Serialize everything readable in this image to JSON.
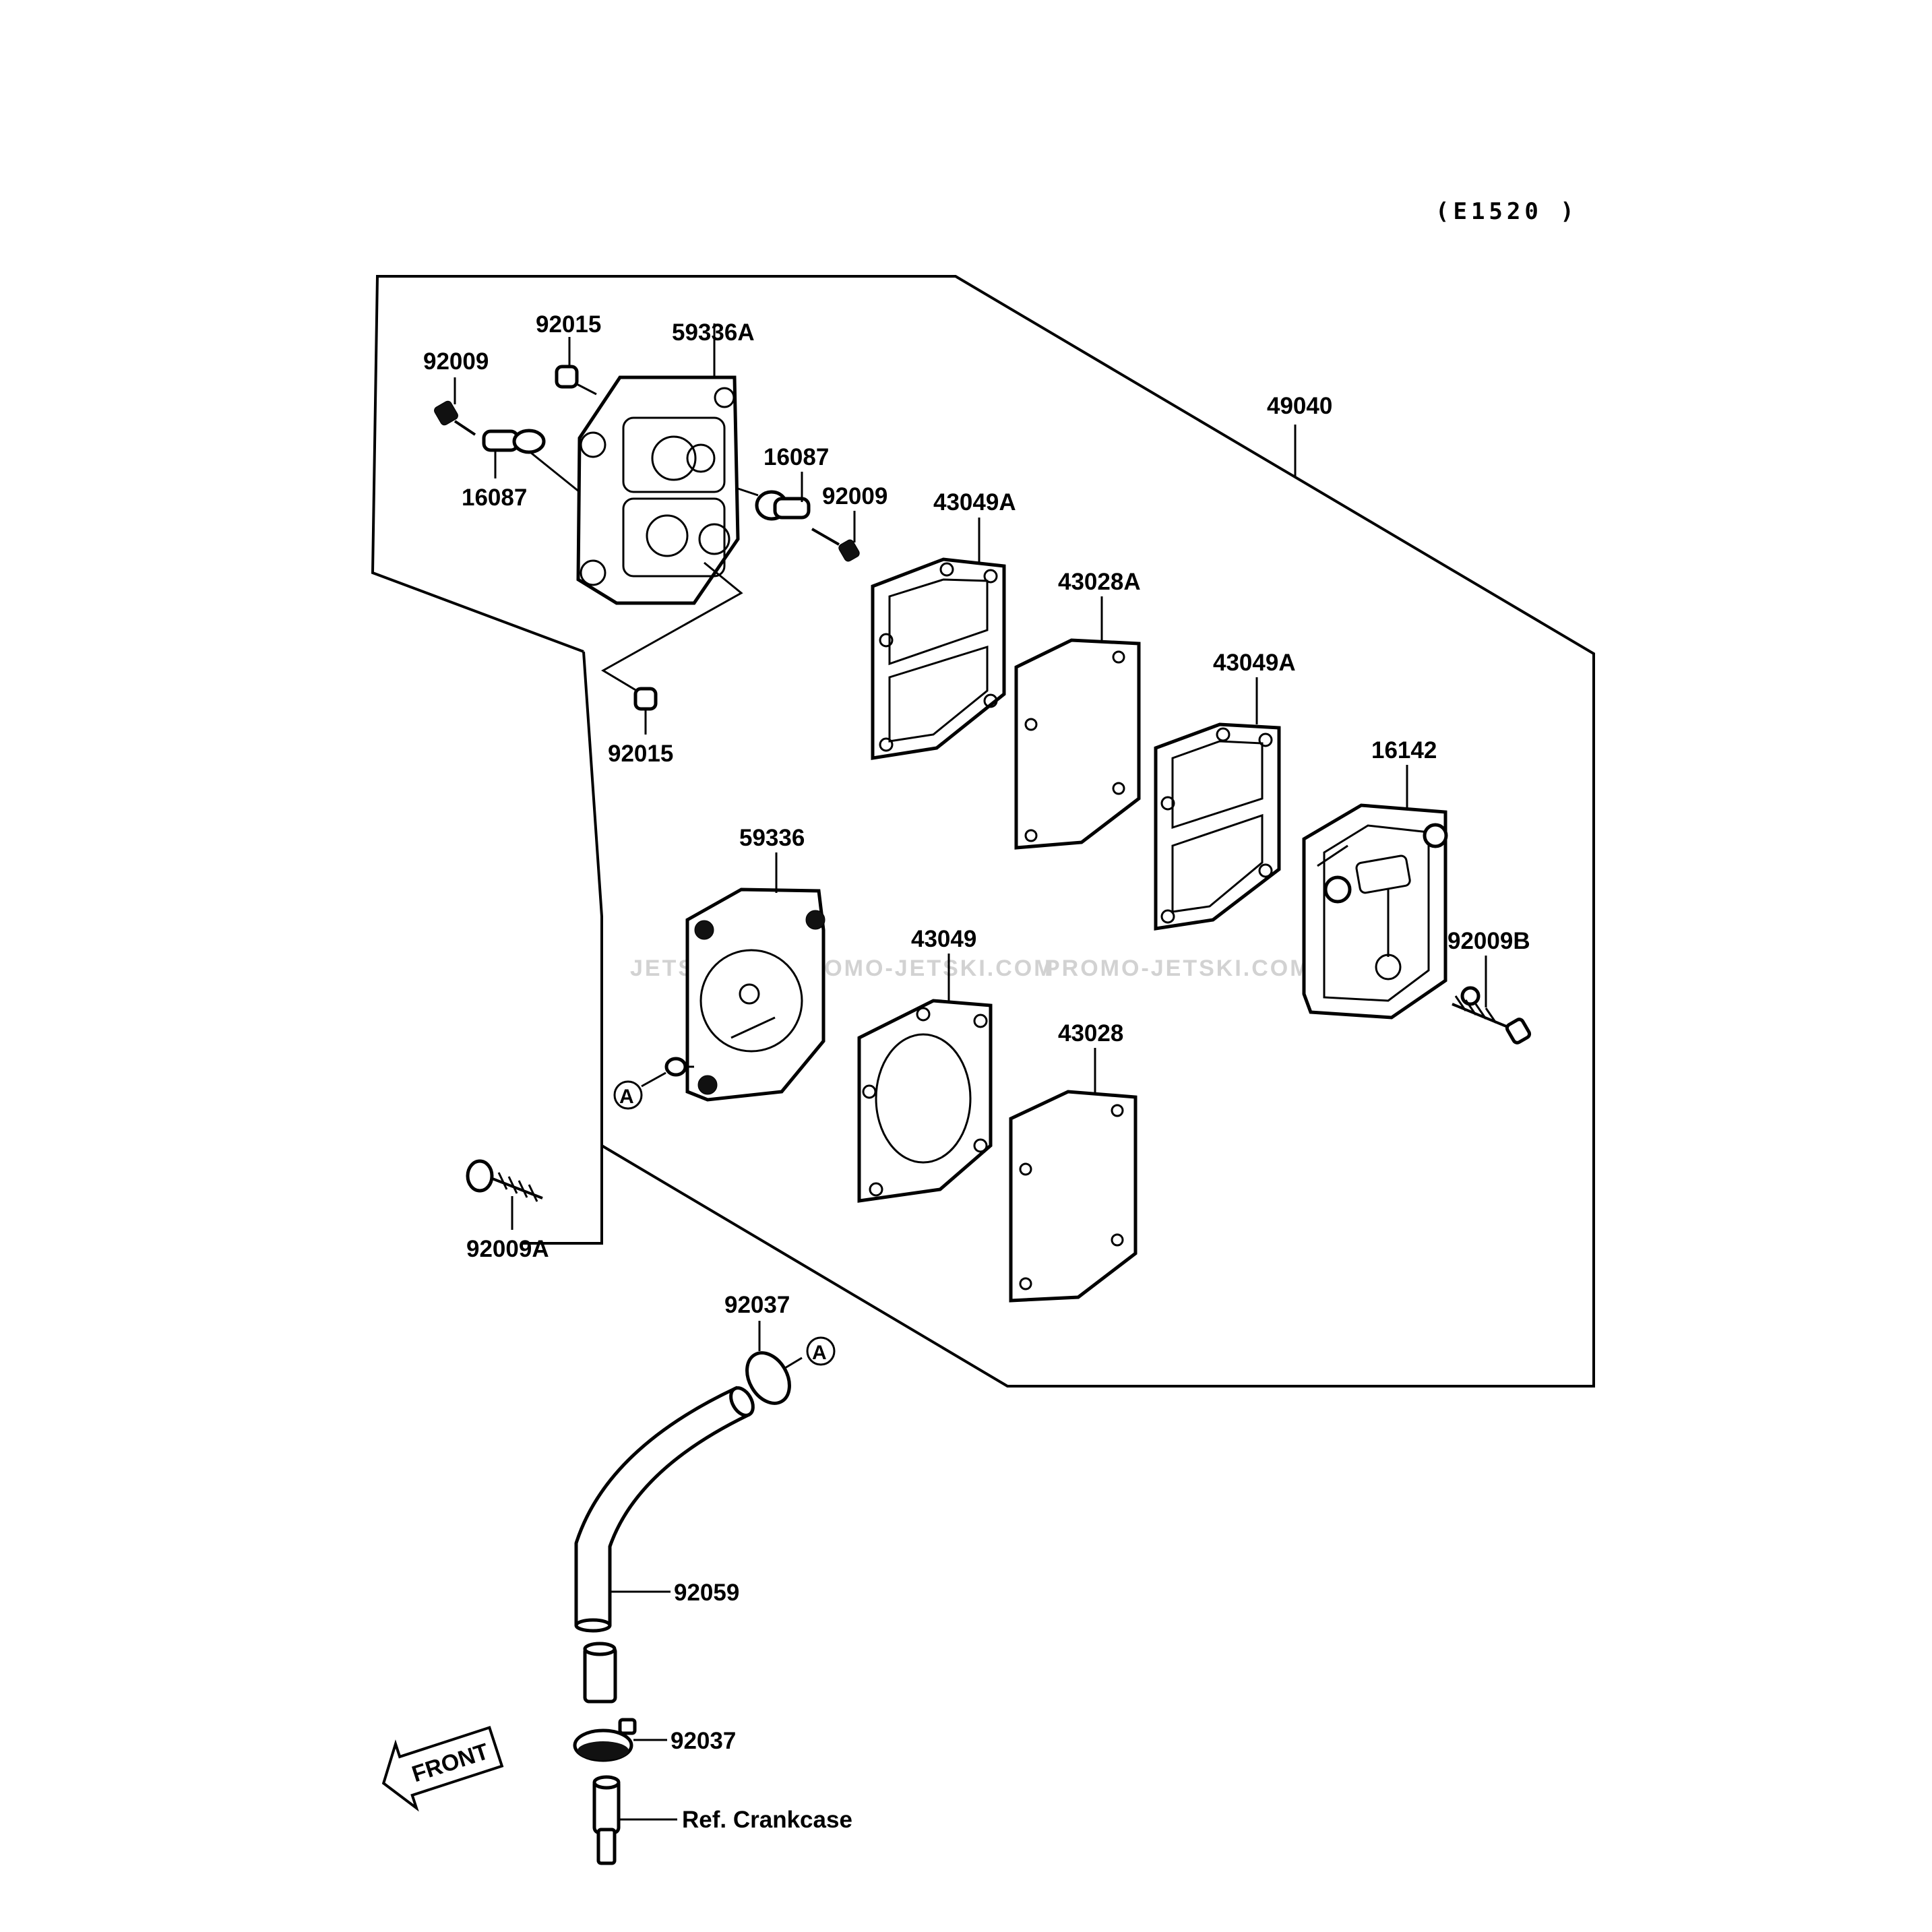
{
  "diagram_code": "(E1520 )",
  "watermarks": [
    "JETSKI.COM",
    "PROMO-JETSKI.COM",
    "PROMO-JETSKI.COM"
  ],
  "labels": {
    "p49040": "49040",
    "p92015_top": "92015",
    "p59336A": "59336A",
    "p92009_left": "92009",
    "p16087_left": "16087",
    "p16087_right": "16087",
    "p92009_right": "92009",
    "p43049A_1": "43049A",
    "p43028A": "43028A",
    "p43049A_2": "43049A",
    "p92015_bottom": "92015",
    "p16142": "16142",
    "p59336": "59336",
    "p92009B": "92009B",
    "p43049": "43049",
    "p43028": "43028",
    "p92009A": "92009A",
    "p92037_top": "92037",
    "p92059": "92059",
    "p92037_bottom": "92037",
    "ref_crankcase": "Ref. Crankcase"
  },
  "markers": {
    "a_left": "A",
    "a_right": "A"
  },
  "front_arrow": "FRONT"
}
